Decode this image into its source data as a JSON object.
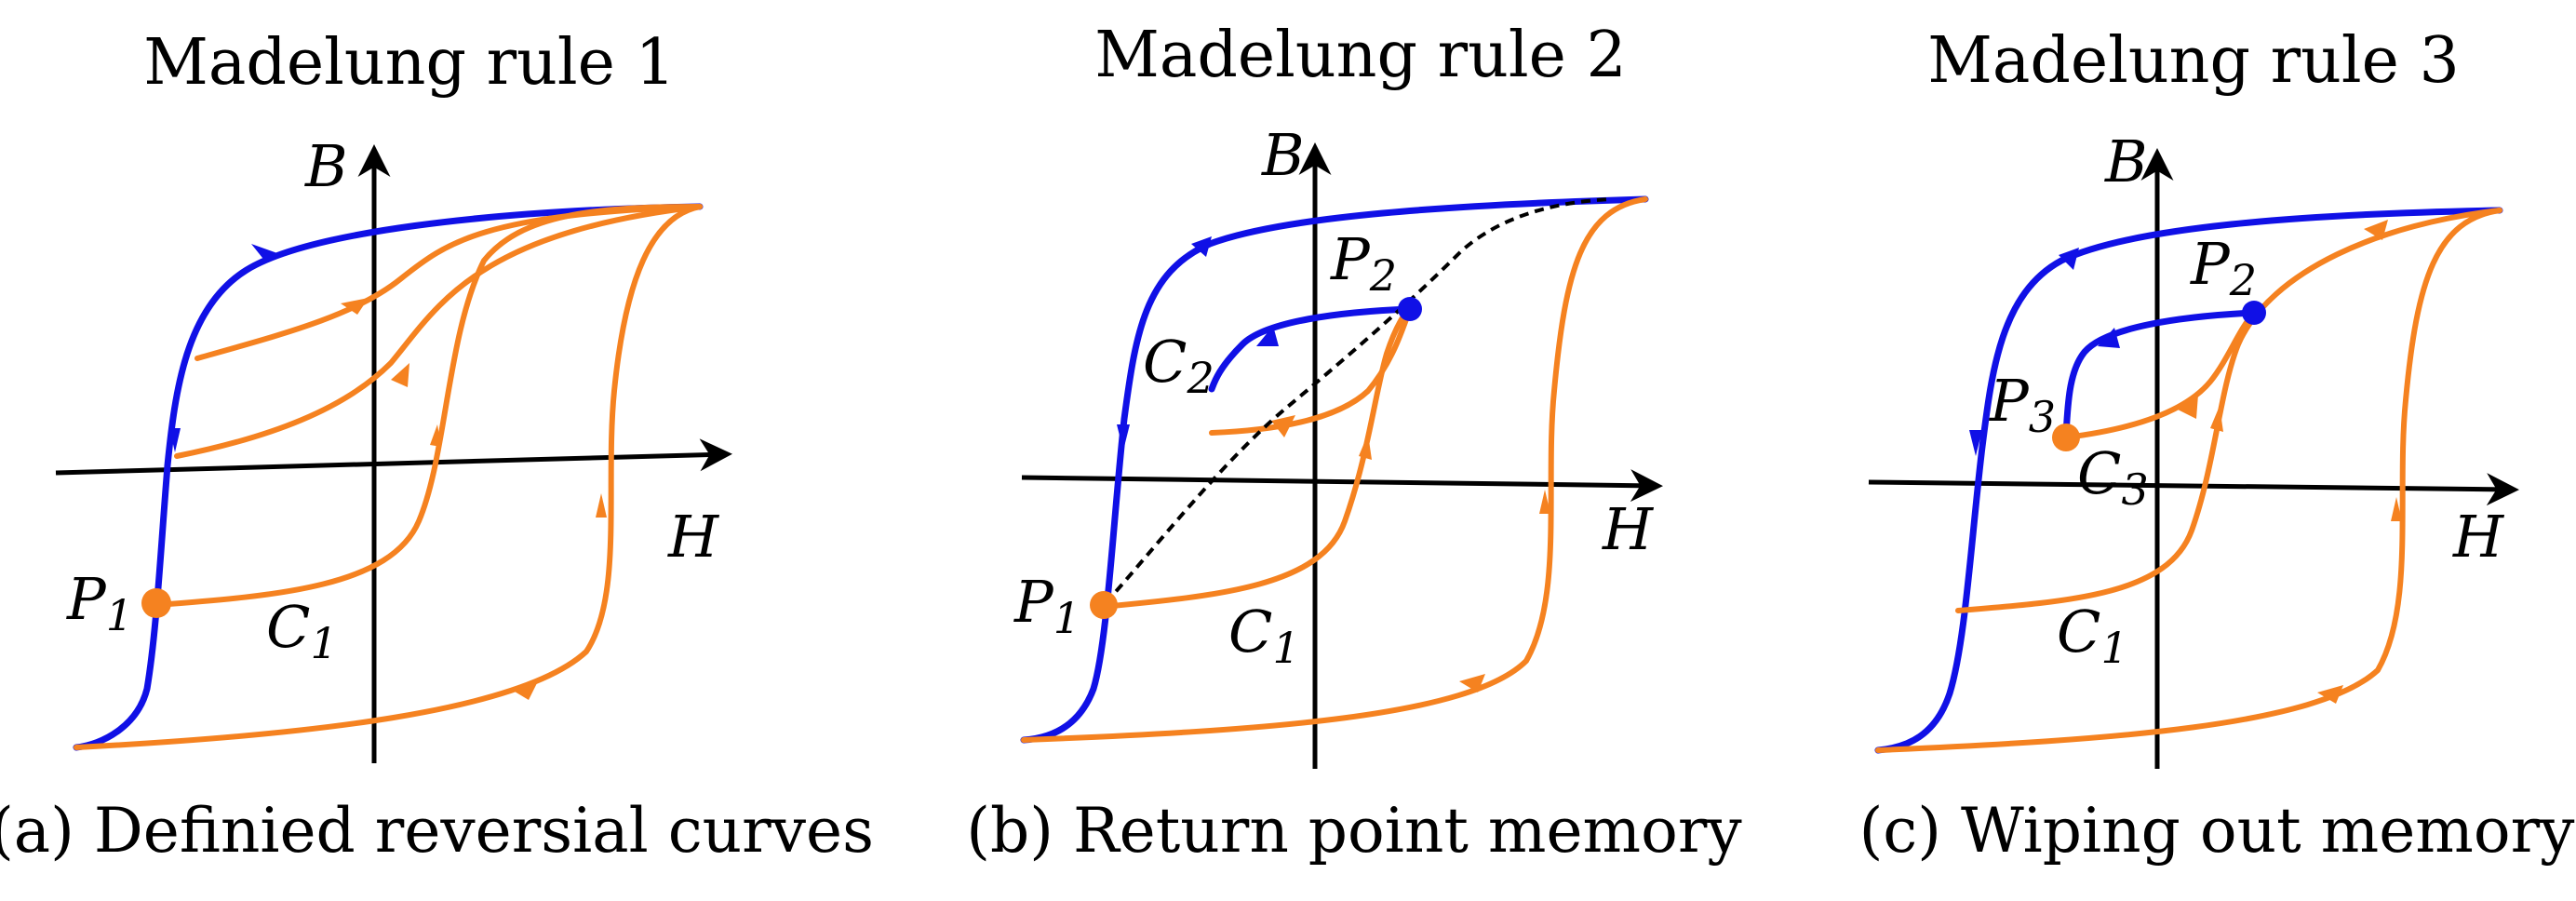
{
  "panels": [
    {
      "title": "Madelung rule 1",
      "caption": "(a) Definied reversial curves",
      "axis_y": "B",
      "axis_x": "H",
      "points": [
        {
          "name": "P",
          "sub": "1"
        }
      ],
      "curves": [
        {
          "name": "C",
          "sub": "1"
        }
      ]
    },
    {
      "title": "Madelung rule 2",
      "caption": "(b) Return point memory",
      "axis_y": "B",
      "axis_x": "H",
      "points": [
        {
          "name": "P",
          "sub": "1"
        },
        {
          "name": "P",
          "sub": "2"
        }
      ],
      "curves": [
        {
          "name": "C",
          "sub": "1"
        },
        {
          "name": "C",
          "sub": "2"
        }
      ]
    },
    {
      "title": "Madelung rule 3",
      "caption": "(c) Wiping out memory",
      "axis_y": "B",
      "axis_x": "H",
      "points": [
        {
          "name": "P",
          "sub": "2"
        },
        {
          "name": "P",
          "sub": "3"
        }
      ],
      "curves": [
        {
          "name": "C",
          "sub": "3"
        },
        {
          "name": "C",
          "sub": "1"
        }
      ]
    }
  ],
  "colors": {
    "major_loop": "#1010e6",
    "reversal_curve": "#f58220",
    "axis": "#000000"
  }
}
